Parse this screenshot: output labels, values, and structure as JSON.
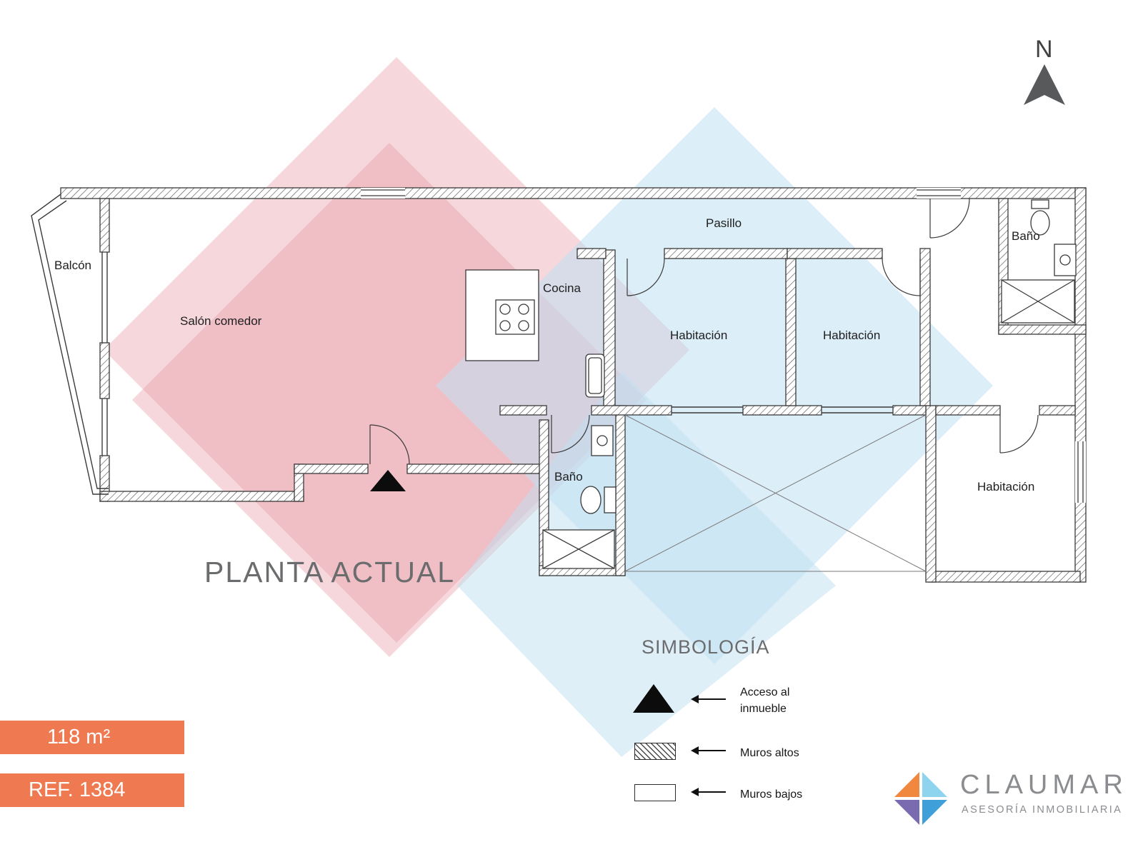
{
  "plan": {
    "title": "PLANTA ACTUAL",
    "north_label": "N",
    "rooms": {
      "balcon": "Balcón",
      "salon": "Salón comedor",
      "cocina": "Cocina",
      "pasillo": "Pasillo",
      "bano_superior": "Baño",
      "habitacion_1": "Habitación",
      "habitacion_2": "Habitación",
      "bano_inferior": "Baño",
      "habitacion_3": "Habitación"
    }
  },
  "legend": {
    "title": "SIMBOLOGÍA",
    "items": [
      {
        "symbol": "access-triangle",
        "label": "Acceso al inmueble"
      },
      {
        "symbol": "high-walls-hatched",
        "label": "Muros altos"
      },
      {
        "symbol": "low-walls-outline",
        "label": "Muros bajos"
      }
    ]
  },
  "badges": {
    "area": "118 m²",
    "reference": "REF. 1384"
  },
  "branding": {
    "name": "CLAUMAR",
    "tagline": "ASESORÍA INMOBILIARIA"
  },
  "colors": {
    "accent_orange": "#EF7950",
    "title_gray": "#6B6C6E",
    "logo_gray": "#8A8C8F",
    "watermark_pink": "#EDB6BE",
    "watermark_blue": "#BFE0F2"
  }
}
